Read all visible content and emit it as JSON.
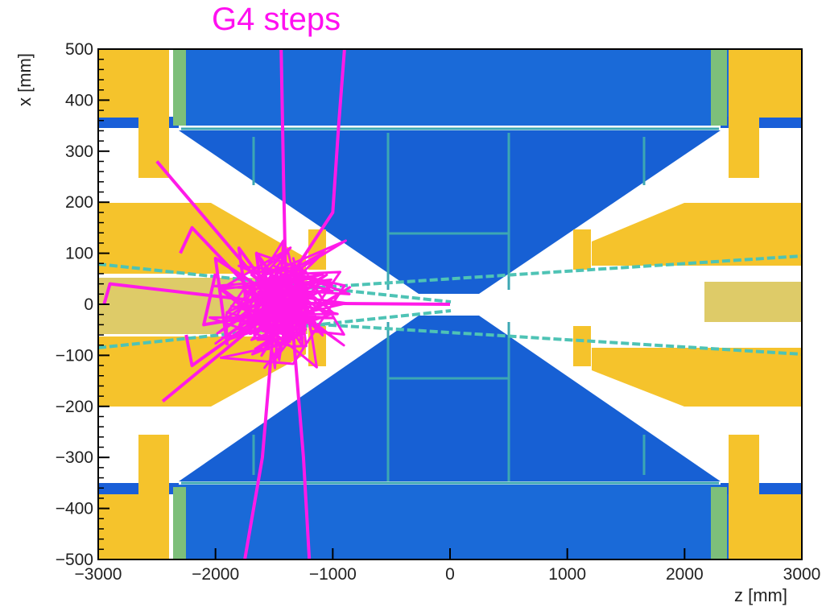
{
  "chart_data": {
    "type": "scatter",
    "title": "G4 steps",
    "xlabel": "z [mm]",
    "ylabel": "x [mm]",
    "xlim": [
      -3000,
      3000
    ],
    "ylim": [
      -500,
      500
    ],
    "xticks": [
      -3000,
      -2000,
      -1000,
      0,
      1000,
      2000,
      3000
    ],
    "yticks": [
      -500,
      -400,
      -300,
      -200,
      -100,
      0,
      100,
      200,
      300,
      400,
      500
    ],
    "xtick_labels": [
      "−3000",
      "−2000",
      "−1000",
      "0",
      "1000",
      "2000",
      "3000"
    ],
    "ytick_labels": [
      "−500",
      "−400",
      "−300",
      "−200",
      "−100",
      "0",
      "100",
      "200",
      "300",
      "400",
      "500"
    ],
    "series": [
      {
        "style": "step-tracks",
        "color": "#ff1ae8",
        "tracks": [
          [
            [
              0,
              0
            ],
            [
              -1200,
              2
            ],
            [
              -1400,
              5
            ]
          ],
          [
            [
              -1400,
              30
            ],
            [
              -1420,
              250
            ],
            [
              -1440,
              500
            ]
          ],
          [
            [
              -1400,
              40
            ],
            [
              -1000,
              180
            ],
            [
              -950,
              350
            ],
            [
              -900,
              500
            ]
          ],
          [
            [
              -1350,
              -20
            ],
            [
              -1250,
              -300
            ],
            [
              -1200,
              -500
            ]
          ],
          [
            [
              -1500,
              -30
            ],
            [
              -1600,
              -300
            ],
            [
              -1750,
              -500
            ]
          ],
          [
            [
              -1500,
              10
            ],
            [
              -2500,
              280
            ]
          ],
          [
            [
              -1400,
              0
            ],
            [
              -2900,
              40
            ],
            [
              -2950,
              0
            ]
          ],
          [
            [
              -1500,
              -10
            ],
            [
              -2450,
              -190
            ]
          ],
          [
            [
              -1600,
              5
            ],
            [
              -2200,
              150
            ],
            [
              -2300,
              100
            ]
          ],
          [
            [
              -1500,
              -5
            ],
            [
              -2200,
              -120
            ],
            [
              -2250,
              -60
            ]
          ],
          [
            [
              -1600,
              30
            ],
            [
              -2000,
              90
            ],
            [
              -1900,
              -80
            ]
          ],
          [
            [
              -1500,
              15
            ],
            [
              -1800,
              110
            ],
            [
              -1700,
              -60
            ]
          ],
          [
            [
              -1450,
              -15
            ],
            [
              -2100,
              -40
            ],
            [
              -2000,
              60
            ]
          ],
          [
            [
              -1400,
              20
            ],
            [
              -1650,
              100
            ],
            [
              -1550,
              -90
            ]
          ]
        ]
      }
    ],
    "colors": {
      "tracks": "#ff1ae8",
      "yoke": "#1763d6",
      "magnet": "#f5c32c",
      "beampipe": "#4ec3b5",
      "background": "#ffffff"
    },
    "grid": false,
    "legend": "none"
  }
}
